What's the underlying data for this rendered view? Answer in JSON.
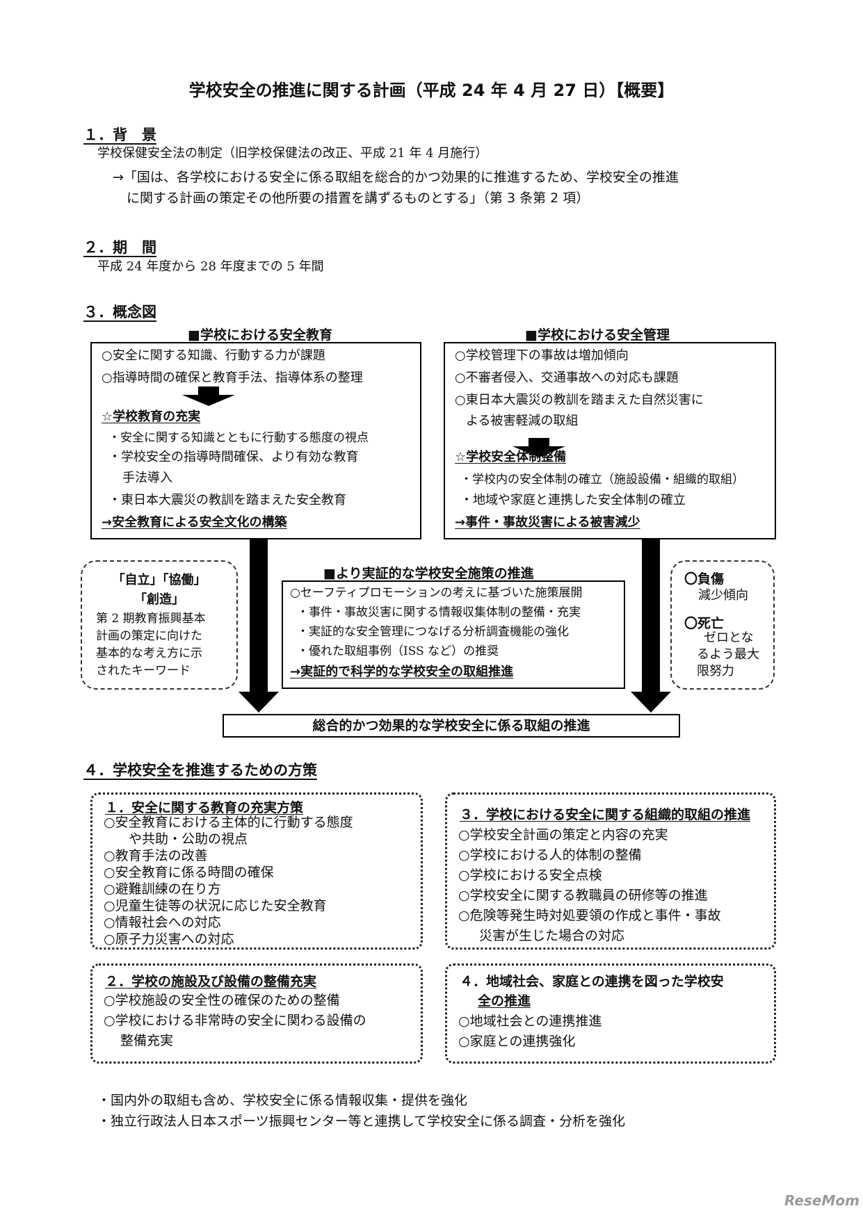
{
  "title": "学校安全の推進に関する計画（平成 24 年 4 月 27 日）【概要】",
  "s1": {
    "heading": "１．背　景",
    "line1": "学校保健安全法の制定（旧学校保健法の改正、平成 21 年 4 月施行）",
    "line2": "→「国は、各学校における安全に係る取組を総合的かつ効果的に推進するため、学校安全の推進",
    "line3": "に関する計画の策定その他所要の措置を講ずるものとする」（第 3 条第 2 項）"
  },
  "s2": {
    "heading": "２．期　間",
    "line1": "平成 24 年度から 28 年度までの 5 年間"
  },
  "s3": {
    "heading": "３．概念図",
    "left": {
      "label": "■学校における安全教育",
      "items": [
        "○安全に関する知識、行動する力が課題",
        "○指導時間の確保と教育手法、指導体系の整理",
        "☆学校教育の充実",
        "・安全に関する知識とともに行動する態度の視点",
        "・学校安全の指導時間確保、より有効な教育",
        "手法導入",
        "・東日本大震災の教訓を踏まえた安全教育",
        "→安全教育による安全文化の構築"
      ]
    },
    "right": {
      "label": "■学校における安全管理",
      "items": [
        "○学校管理下の事故は増加傾向",
        "○不審者侵入、交通事故への対応も課題",
        "○東日本大震災の教訓を踏まえた自然災害に",
        "よる被害軽減の取組",
        "☆学校安全体制整備",
        "・学校内の安全体制の確立（施設設備・組織的取組）",
        "・地域や家庭と連携した安全体制の確立",
        "→事件・事故災害による被害減少"
      ]
    },
    "keyword": {
      "line1": "「自立」「協働」",
      "line2": "「創造」",
      "desc": [
        "第 2 期教育振興基本",
        "計画の策定に向けた",
        "基本的な考え方に示",
        "されたキーワード"
      ]
    },
    "middle": {
      "label": "■より実証的な学校安全施策の推進",
      "items": [
        "○セーフティプロモーションの考えに基づいた施策展開",
        "・事件・事故災害に関する情報収集体制の整備・充実",
        "・実証的な安全管理につなげる分析調査機能の強化",
        "・優れた取組事例（ISS など）の推奨",
        "→実証的で科学的な学校安全の取組推進"
      ]
    },
    "goals": {
      "g1_title": "〇負傷",
      "g1_text": "減少傾向",
      "g2_title": "〇死亡",
      "g2_lines": [
        "ゼロとな",
        "るよう最大",
        "限努力"
      ]
    },
    "bottom": "総合的かつ効果的な学校安全に係る取組の推進"
  },
  "s4": {
    "heading": "４．学校安全を推進するための方策",
    "box1": {
      "title": "１．安全に関する教育の充実方策",
      "items": [
        "○安全教育における主体的に行動する態度",
        "や共助・公助の視点",
        "○教育手法の改善",
        "○安全教育に係る時間の確保",
        "○避難訓練の在り方",
        "○児童生徒等の状況に応じた安全教育",
        "○情報社会への対応",
        "○原子力災害への対応"
      ]
    },
    "box2": {
      "title": "２．学校の施設及び設備の整備充実",
      "items": [
        "○学校施設の安全性の確保のための整備",
        "○学校における非常時の安全に関わる設備の",
        "整備充実"
      ]
    },
    "box3": {
      "title": "３．学校における安全に関する組織的取組の推進",
      "items": [
        "○学校安全計画の策定と内容の充実",
        "○学校における人的体制の整備",
        "○学校における安全点検",
        "○学校安全に関する教職員の研修等の推進",
        "○危険等発生時対処要領の作成と事件・事故",
        "災害が生じた場合の対応"
      ]
    },
    "box4": {
      "title1": "４．地域社会、家庭との連携を図った学校安",
      "title2": "全の推進",
      "items": [
        "○地域社会との連携推進",
        "○家庭との連携強化"
      ]
    }
  },
  "footer": {
    "line1": "・国内外の取組も含め、学校安全に係る情報収集・提供を強化",
    "line2": "・独立行政法人日本スポーツ振興センター等と連携して学校安全に係る調査・分析を強化"
  },
  "watermark": "ReseMom"
}
